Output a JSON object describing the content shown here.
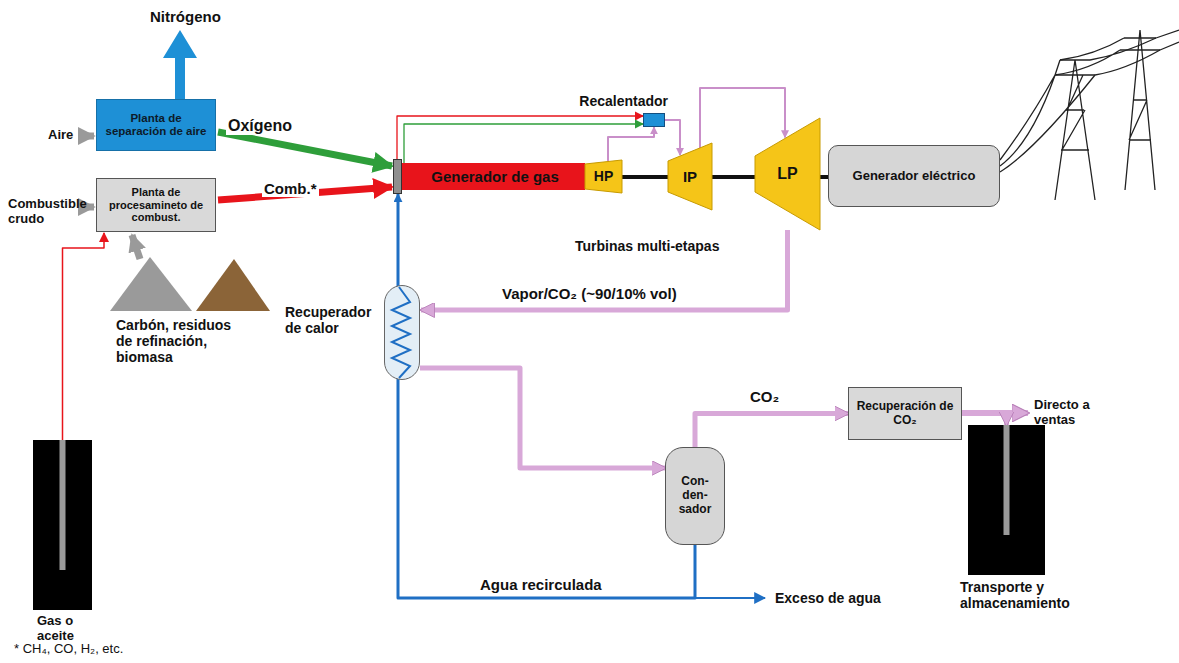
{
  "diagram": {
    "nodes": [
      {
        "text": [
          "Planta de separación de aire"
        ]
      },
      {
        "text": [
          "Planta de procesamineto de combust."
        ]
      },
      {
        "text": [
          "Generador de gas"
        ]
      },
      {
        "text": [
          "HP"
        ]
      },
      {
        "text": [
          "IP"
        ]
      },
      {
        "text": [
          "LP"
        ]
      },
      {
        "text": [
          "Generador eléctrico"
        ]
      },
      {
        "text": [
          "Recalentador"
        ]
      },
      {
        "text": [
          "Recuperador de calor"
        ]
      },
      {
        "text": [
          "Con- den- sador"
        ]
      },
      {
        "text": [
          "Recuperación de CO₂"
        ]
      },
      {
        "text": [
          "Gas o aceite"
        ]
      },
      {
        "text": [
          "Transporte y almacenamiento"
        ]
      },
      {
        "text": [
          "Carbón, residuos de refinación, biomasa"
        ]
      }
    ],
    "edges": [
      {
        "from": 0,
        "to": 2,
        "arrow": "to",
        "label": "Oxígeno"
      },
      {
        "from": 1,
        "to": 2,
        "arrow": "to",
        "label": "Comb.*"
      },
      {
        "from": 2,
        "to": 7,
        "arrow": "to"
      },
      {
        "from": 2,
        "to": 7,
        "arrow": "to"
      },
      {
        "from": 3,
        "to": 7,
        "arrow": "to"
      },
      {
        "from": 7,
        "to": 4,
        "arrow": "to"
      },
      {
        "from": 4,
        "to": 5,
        "arrow": "to"
      },
      {
        "from": 3,
        "to": 4,
        "arrow": "none"
      },
      {
        "from": 4,
        "to": 5,
        "arrow": "none"
      },
      {
        "from": 5,
        "to": 6,
        "arrow": "none"
      },
      {
        "from": 5,
        "to": 8,
        "arrow": "to",
        "label": "Vapor/CO₂ (~90/10% vol)"
      },
      {
        "from": 8,
        "to": 9,
        "arrow": "to"
      },
      {
        "from": 9,
        "to": 10,
        "arrow": "to",
        "label": "CO₂"
      },
      {
        "from": 10,
        "to": 12,
        "arrow": "to"
      },
      {
        "from": 9,
        "to": 2,
        "arrow": "to",
        "label": "Agua recirculada"
      },
      {
        "from": 11,
        "to": 1,
        "arrow": "to"
      },
      {
        "from": 13,
        "to": 1,
        "arrow": "to"
      }
    ],
    "labels": [
      "Nitrógeno",
      "Aire",
      "Combustible crudo",
      "Turbinas multi-etapas",
      "Exceso de agua",
      "Directo a ventas",
      "* CH₄, CO, H₂, etc."
    ]
  }
}
